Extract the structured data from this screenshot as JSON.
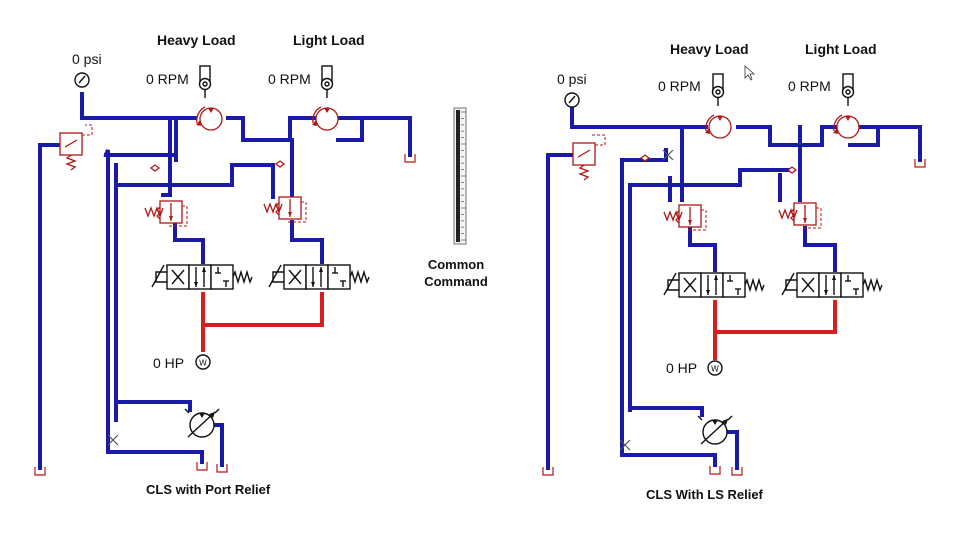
{
  "left_circuit": {
    "title": "CLS with Port Relief",
    "pressure_reading": "0 psi",
    "heavy_load_label": "Heavy Load",
    "light_load_label": "Light Load",
    "heavy_rpm": "0 RPM",
    "light_rpm": "0 RPM",
    "power_reading": "0 HP"
  },
  "right_circuit": {
    "title": "CLS With LS Relief",
    "pressure_reading": "0 psi",
    "heavy_load_label": "Heavy Load",
    "light_load_label": "Light Load",
    "heavy_rpm": "0 RPM",
    "light_rpm": "0 RPM",
    "power_reading": "0 HP"
  },
  "common_command": {
    "label_line1": "Common",
    "label_line2": "Command"
  },
  "colors": {
    "pressure_line": "#1a1aa8",
    "supply_line": "#d81f1f",
    "component": "#b01717"
  }
}
